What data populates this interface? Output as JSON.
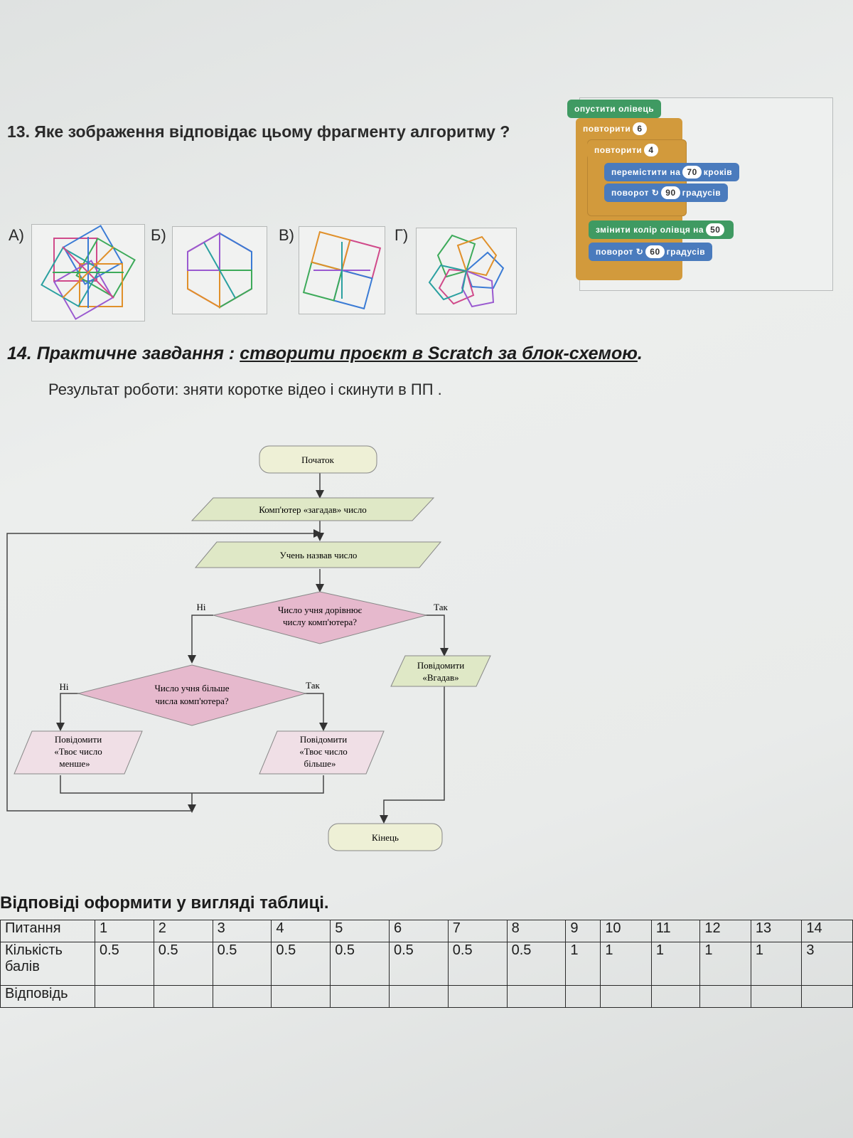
{
  "q13": {
    "title": "13. Яке зображення відповідає цьому фрагменту алгоритму ?",
    "options": [
      "А)",
      "Б)",
      "В)",
      "Г)"
    ],
    "script": {
      "pen_down": "опустити олівець",
      "repeat_outer": "повторити",
      "repeat_outer_n": "6",
      "repeat_inner": "повторити",
      "repeat_inner_n": "4",
      "move": "перемістити на",
      "move_n": "70",
      "move_unit": "кроків",
      "turn_inner": "поворот",
      "turn_inner_n": "90",
      "turn_unit": "градусів",
      "change_color": "змінити колір олівця на",
      "change_color_n": "50",
      "turn_outer": "поворот",
      "turn_outer_n": "60",
      "turn_outer_unit": "градусів"
    }
  },
  "q14": {
    "number": "14.",
    "lead": "Практичне завдання :",
    "task": "створити проєкт в Scratch за блок-схемою",
    "end": ".",
    "result": "Результат роботи: зняти коротке відео і скинути в ПП ."
  },
  "flowchart": {
    "start": "Початок",
    "computer": "Комп'ютер «загадав» число",
    "student": "Учень назвав число",
    "cond1_line1": "Число учня дорівнює",
    "cond1_line2": "числу комп'ютера?",
    "no1": "Ні",
    "yes1": "Так",
    "msg_guess_line1": "Повідомити",
    "msg_guess_line2": "«Вгадав»",
    "cond2_line1": "Число учня більше",
    "cond2_line2": "числа комп'ютера?",
    "no2": "Ні",
    "yes2": "Так",
    "msg_less_line1": "Повідомити",
    "msg_less_line2": "«Твоє число",
    "msg_less_line3": "менше»",
    "msg_more_line1": "Повідомити",
    "msg_more_line2": "«Твоє число",
    "msg_more_line3": "більше»",
    "end": "Кінець"
  },
  "answers": {
    "title": "Відповіді оформити у вигляді таблиці.",
    "row_labels": [
      "Питання",
      "Кількість балів",
      "Відповідь"
    ],
    "questions": [
      "1",
      "2",
      "3",
      "4",
      "5",
      "6",
      "7",
      "8",
      "9",
      "10",
      "11",
      "12",
      "13",
      "14"
    ],
    "points": [
      "0.5",
      "0.5",
      "0.5",
      "0.5",
      "0.5",
      "0.5",
      "0.5",
      "0.5",
      "1",
      "1",
      "1",
      "1",
      "1",
      "3"
    ]
  },
  "colors": {
    "scratch_events_green": "#3f9a62",
    "scratch_control_orange": "#d29a3c",
    "scratch_motion_blue": "#4a7bbd",
    "flow_terminal": "#eef0d6",
    "flow_io": "#dfe8c6",
    "flow_decision": "#e6b9cd",
    "flow_msg": "#f0dfe6"
  }
}
